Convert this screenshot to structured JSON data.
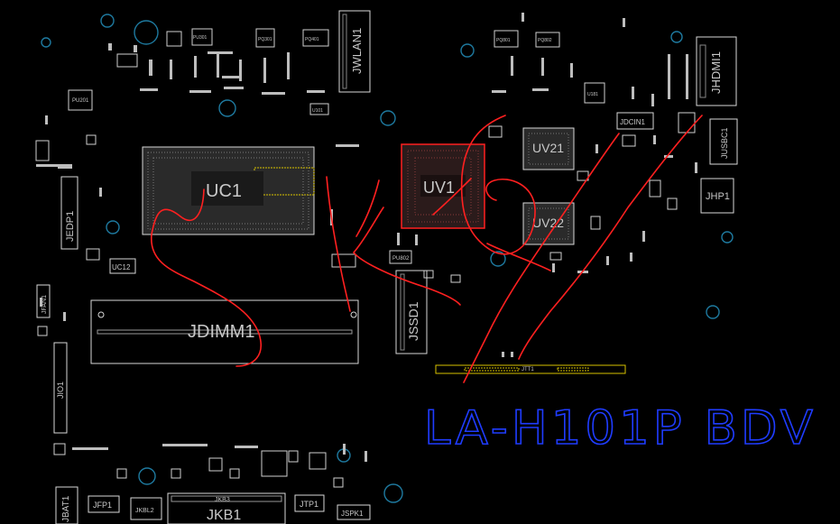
{
  "board": {
    "background": "#000000",
    "silkscreen_color": "#d8d8d8",
    "mount_hole_color": "#1e7aa0",
    "annotation_red": "#ff2020",
    "annotation_blue": "#1f3cff",
    "highlight_yellow": "#d8c200"
  },
  "components": {
    "uc1": "UC1",
    "uv1": "UV1",
    "uv21": "UV21",
    "uv22": "UV22",
    "jdimm1": "JDIMM1",
    "jssd1": "JSSD1",
    "jwlan1": "JWLAN1",
    "jhdmi1": "JHDMI1",
    "jusbc1": "JUSBC1",
    "jhp1": "JHP1",
    "jedp1": "JEDP1",
    "jfan1": "JFAN1",
    "jio1": "JIO1",
    "jbat1": "JBAT1",
    "jfp1": "JFP1",
    "jkbl2": "JKBL2",
    "jkb1": "JKB1",
    "jkb3": "JKB3",
    "jtp1": "JTP1",
    "jspk1": "JSPK1",
    "uc12": "UC12",
    "jdcin1": "JDCIN1",
    "pu802": "PU802",
    "pu201": "PU201",
    "pu301": "PU301",
    "pq401": "PQ401",
    "u101": "U101",
    "u181": "U181",
    "pq301": "PQ301",
    "pq801": "PQ801",
    "pq802": "PQ802",
    "jtt1": "JTT1"
  },
  "annotation": {
    "board_model": "LA-H101P BDV"
  }
}
